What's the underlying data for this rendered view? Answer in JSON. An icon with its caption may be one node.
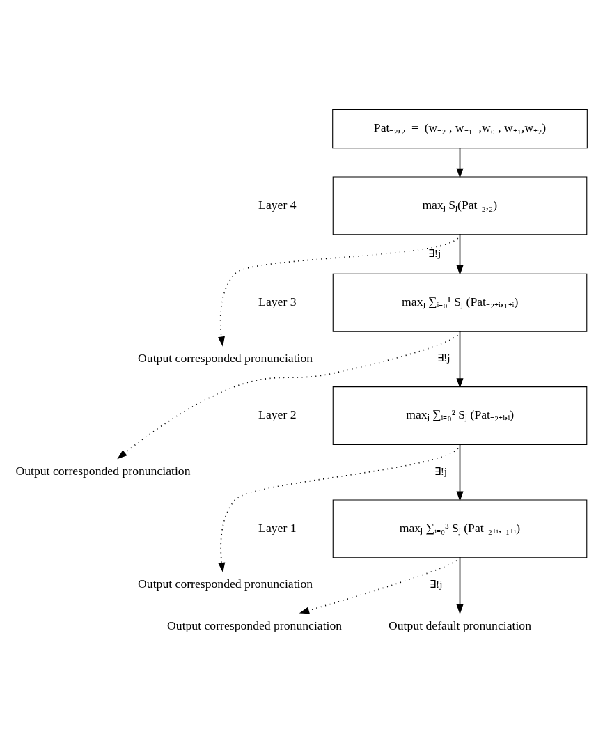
{
  "diagram": {
    "nodes": [
      {
        "text": [
          "Pat₋₂,₂  =  (w₋₂ , w₋₁  ,w₀ , w₊₁,w₊₂)"
        ]
      },
      {
        "text": [
          "maxⱼ Sⱼ(Pat₋₂,₂)"
        ],
        "beside": [
          "Layer 4"
        ]
      },
      {
        "text": [
          "Output corresponded pronunciation"
        ]
      },
      {
        "text": [
          "maxⱼ ∑ᵢ₌₀¹ Sⱼ (Pat₋₂₊ᵢ,₁₊ᵢ)"
        ],
        "beside": [
          "Layer 3"
        ]
      },
      {
        "text": [
          "Output corresponded pronunciation"
        ]
      },
      {
        "text": [
          "maxⱼ ∑ᵢ₌₀² Sⱼ (Pat₋₂₊ᵢ,ᵢ)"
        ],
        "beside": [
          "Layer 2"
        ]
      },
      {
        "text": [
          "Output corresponded pronunciation"
        ]
      },
      {
        "text": [
          "maxⱼ ∑ᵢ₌₀³ Sⱼ (Pat₋₂₊ᵢ,₋₁₊ᵢ)"
        ],
        "beside": [
          "Layer 1"
        ]
      },
      {
        "text": [
          "Output corresponded pronunciation"
        ]
      },
      {
        "text": [
          "Output default pronunciation"
        ]
      }
    ],
    "edges": [
      {
        "from": 0,
        "to": 1,
        "arrow": "to"
      },
      {
        "from": 1,
        "to": 2,
        "arrow": "to",
        "label": "∃!j",
        "style": "dashed"
      },
      {
        "from": 1,
        "to": 3,
        "arrow": "to"
      },
      {
        "from": 3,
        "to": 4,
        "arrow": "to",
        "label": "∃!j",
        "style": "dashed"
      },
      {
        "from": 3,
        "to": 5,
        "arrow": "to"
      },
      {
        "from": 5,
        "to": 6,
        "arrow": "to",
        "label": "∃!j",
        "style": "dashed"
      },
      {
        "from": 5,
        "to": 7,
        "arrow": "to"
      },
      {
        "from": 7,
        "to": 8,
        "arrow": "to",
        "label": "∃!j",
        "style": "dashed"
      },
      {
        "from": 7,
        "to": 9,
        "arrow": "to"
      }
    ]
  }
}
